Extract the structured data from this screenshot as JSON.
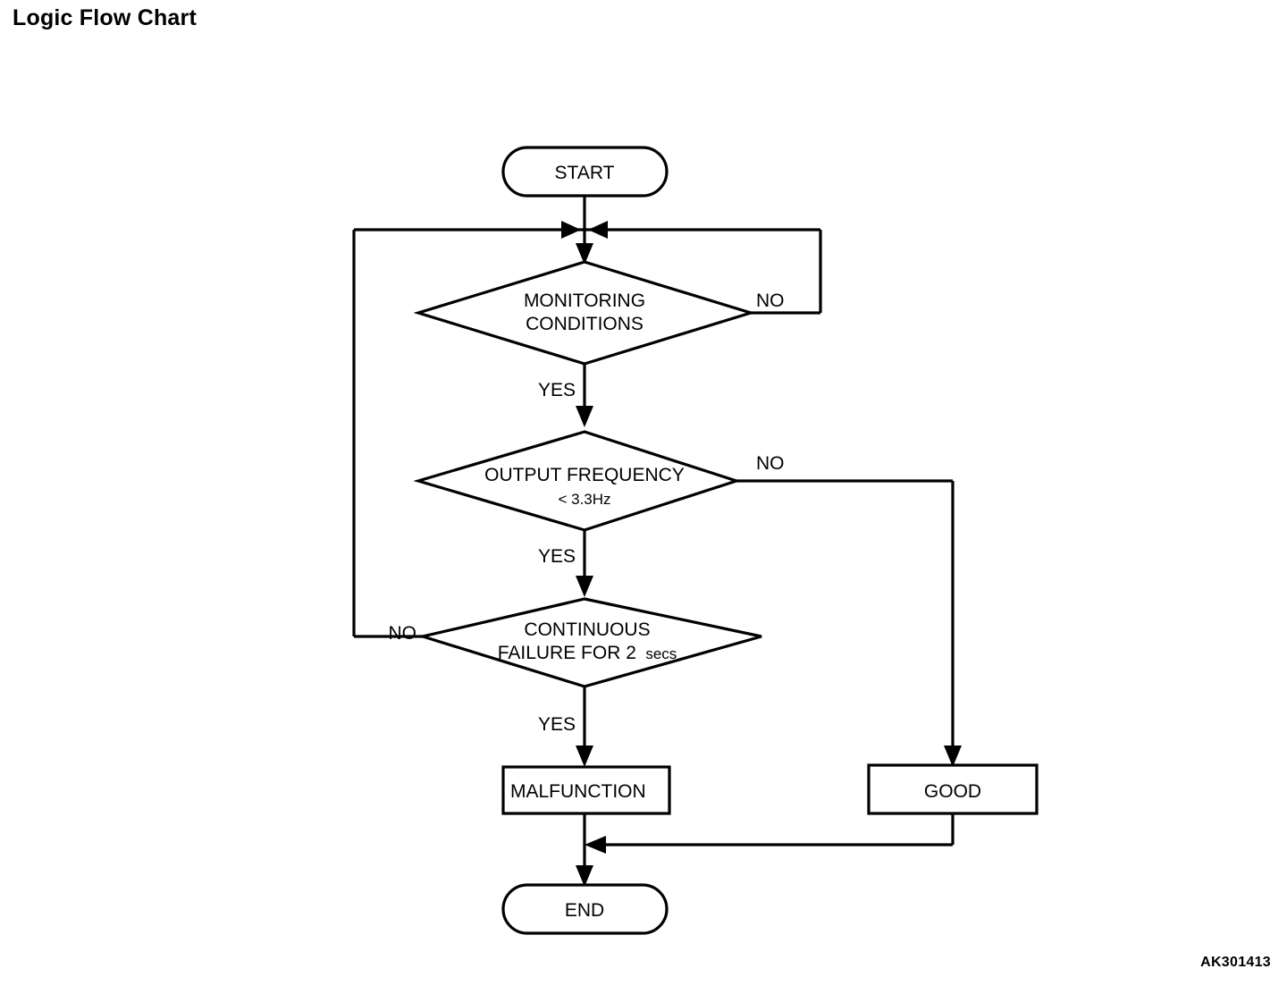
{
  "page": {
    "title": "Logic Flow Chart",
    "figure_code": "AK301413"
  },
  "chart_data": {
    "type": "diagram",
    "diagram_type": "flowchart",
    "title": "Logic Flow Chart",
    "orientation": "top-to-bottom",
    "nodes": [
      {
        "id": "start",
        "shape": "stadium",
        "label": "START"
      },
      {
        "id": "monitoring",
        "shape": "diamond",
        "label": "MONITORING CONDITIONS",
        "line1": "MONITORING",
        "line2": "CONDITIONS"
      },
      {
        "id": "frequency",
        "shape": "diamond",
        "label": "OUTPUT FREQUENCY < 3.3Hz",
        "line1": "OUTPUT FREQUENCY",
        "line2": "< 3.3Hz"
      },
      {
        "id": "continuous",
        "shape": "diamond",
        "label": "CONTINUOUS FAILURE FOR 2 secs",
        "line1": "CONTINUOUS",
        "line2a": "FAILURE FOR 2",
        "line2b": "secs"
      },
      {
        "id": "malfunction",
        "shape": "rectangle",
        "label": "MALFUNCTION"
      },
      {
        "id": "good",
        "shape": "rectangle",
        "label": "GOOD"
      },
      {
        "id": "end",
        "shape": "stadium",
        "label": "END"
      }
    ],
    "edges": [
      {
        "from": "start",
        "to": "monitoring",
        "label": ""
      },
      {
        "from": "monitoring",
        "to": "frequency",
        "label": "YES"
      },
      {
        "from": "monitoring",
        "to": "start_join",
        "label": "NO"
      },
      {
        "from": "frequency",
        "to": "continuous",
        "label": "YES"
      },
      {
        "from": "frequency",
        "to": "good",
        "label": "NO"
      },
      {
        "from": "continuous",
        "to": "malfunction",
        "label": "YES"
      },
      {
        "from": "continuous",
        "to": "start_join",
        "label": "NO"
      },
      {
        "from": "malfunction",
        "to": "end",
        "label": ""
      },
      {
        "from": "good",
        "to": "end",
        "label": ""
      }
    ]
  },
  "labels": {
    "start": "START",
    "end": "END",
    "malfunction": "MALFUNCTION",
    "good": "GOOD",
    "monitoring_line1": "MONITORING",
    "monitoring_line2": "CONDITIONS",
    "frequency_line1": "OUTPUT FREQUENCY",
    "frequency_line2": "< 3.3Hz",
    "continuous_line1": "CONTINUOUS",
    "continuous_line2_main": "FAILURE FOR 2",
    "continuous_line2_small": "secs",
    "no_monitoring": "NO",
    "no_frequency": "NO",
    "no_continuous": "NO",
    "yes_monitoring": "YES",
    "yes_frequency": "YES",
    "yes_continuous": "YES"
  },
  "colors": {
    "stroke": "#000000",
    "fill": "#ffffff",
    "text": "#000000"
  }
}
